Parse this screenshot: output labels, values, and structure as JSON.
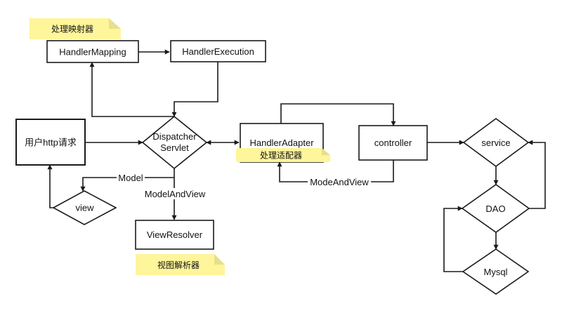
{
  "colors": {
    "stroke": "#1a1a1a",
    "note": "#fff59a",
    "background": "#ffffff"
  },
  "nodes": {
    "handler_mapping": "HandlerMapping",
    "handler_execution": "HandlerExecution",
    "user_request": "用户http请求",
    "dispatcher_line1": "Dispatcher",
    "dispatcher_line2": "Servlet",
    "handler_adapter": "HandlerAdapter",
    "controller": "controller",
    "service": "service",
    "dao": "DAO",
    "mysql": "Mysql",
    "view": "view",
    "view_resolver": "ViewResolver"
  },
  "notes": {
    "mapping_note": "处理映射器",
    "adapter_note": "处理适配器",
    "resolver_note": "视图解析器"
  },
  "edges": {
    "model": "Model",
    "model_and_view": "ModelAndView",
    "mode_and_view": "ModeAndView"
  }
}
